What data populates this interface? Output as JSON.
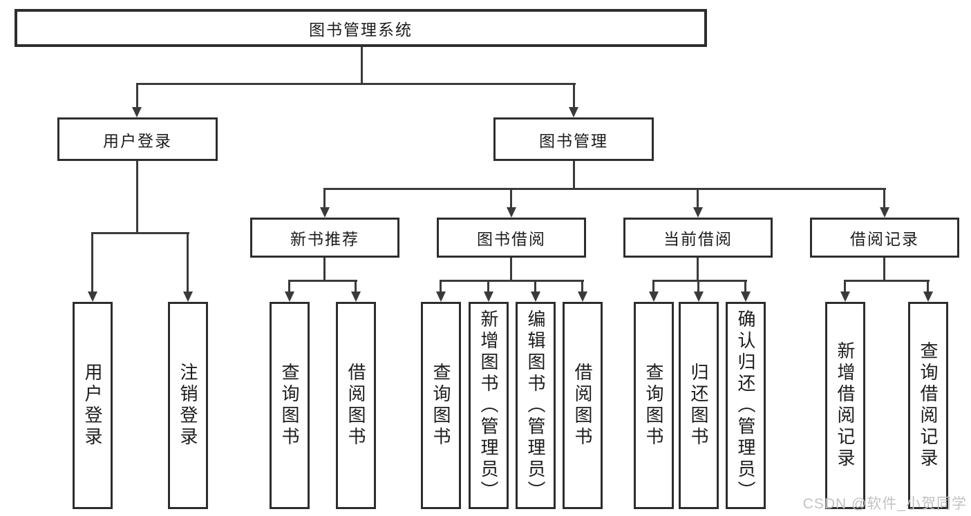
{
  "nodes": {
    "root": "图书管理系统",
    "level1": [
      "用户登录",
      "图书管理"
    ],
    "level2": [
      "新书推荐",
      "图书借阅",
      "当前借阅",
      "借阅记录"
    ],
    "leaves": {
      "user_login": [
        "用户登录",
        "注销登录"
      ],
      "new_book_recommend": [
        "查询图书",
        "借阅图书"
      ],
      "book_borrow": [
        "查询图书",
        "新增图书（管理员）",
        "编辑图书（管理员）",
        "借阅图书"
      ],
      "current_borrow": [
        "查询图书",
        "归还图书",
        "确认归还（管理员）"
      ],
      "borrow_records": [
        "新增借阅记录",
        "查询借阅记录"
      ]
    }
  },
  "watermark": "CSDN @软件_小贺同学",
  "colors": {
    "line": "#3a3a3a",
    "box_border": "#2d2d2d",
    "text": "#1c1c1c",
    "watermark": "#c2c2c2",
    "background": "#ffffff"
  }
}
